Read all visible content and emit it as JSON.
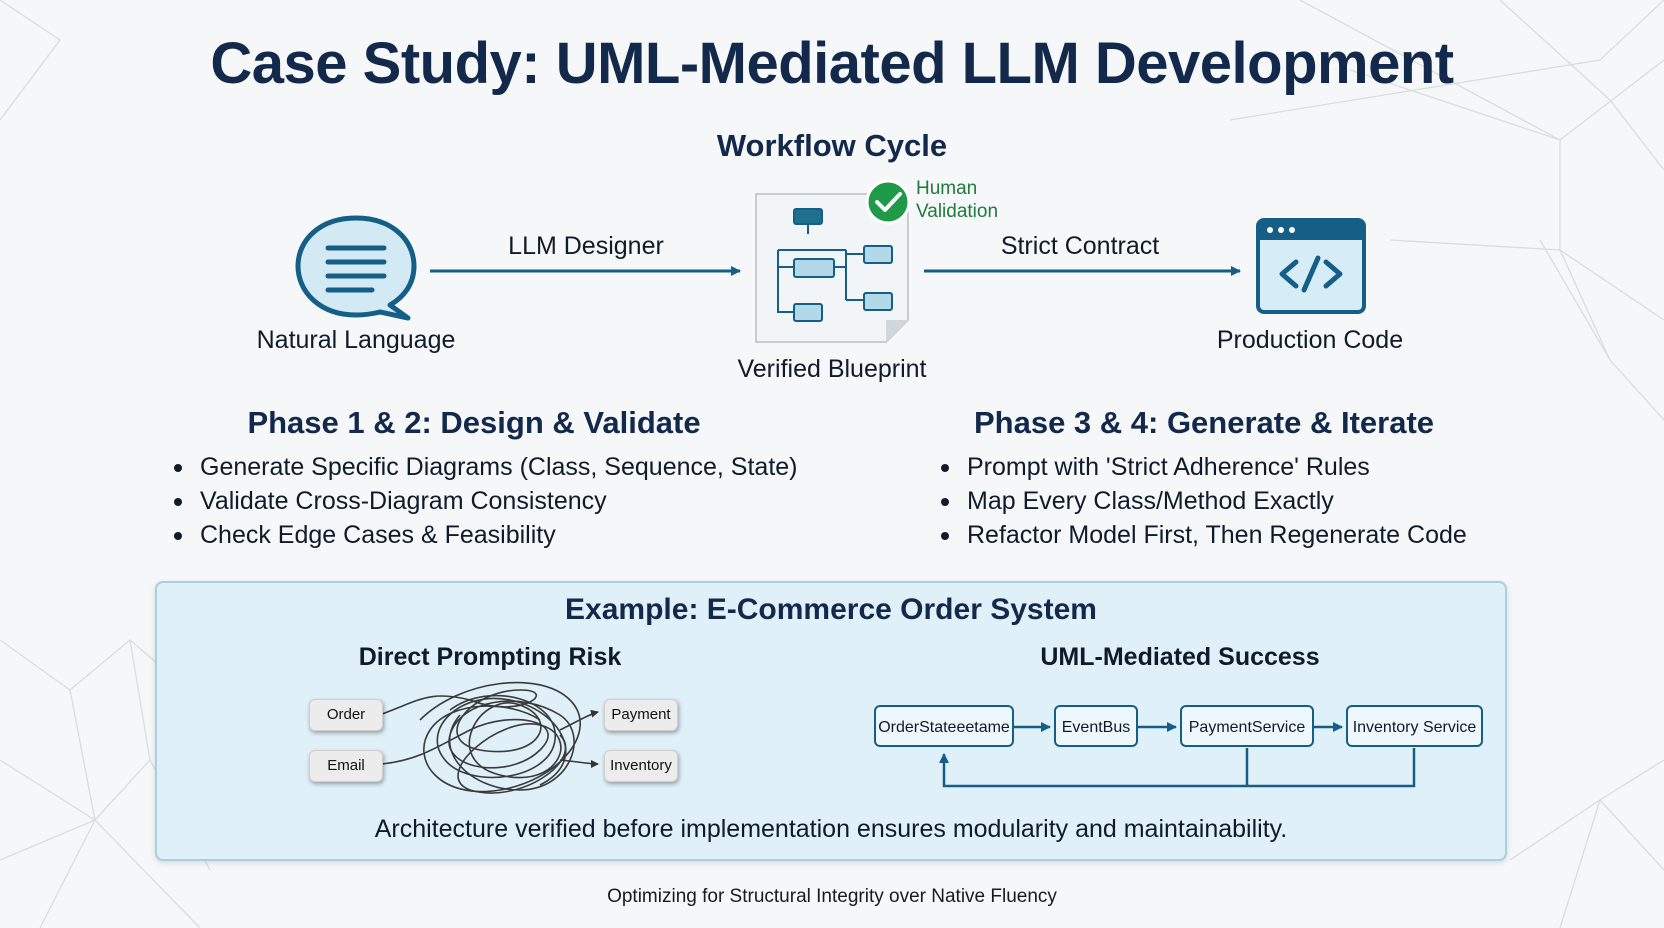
{
  "title": "Case Study: UML-Mediated LLM Development",
  "workflow": {
    "heading": "Workflow Cycle",
    "nodes": {
      "natural_language": "Natural Language",
      "verified_blueprint": "Verified Blueprint",
      "production_code": "Production Code"
    },
    "arrows": {
      "llm_designer": "LLM Designer",
      "strict_contract": "Strict Contract"
    },
    "validation_badge": {
      "line1": "Human",
      "line2": "Validation"
    },
    "icons": [
      "chat-bubble-icon",
      "uml-diagram-icon",
      "checkmark-icon",
      "code-window-icon"
    ]
  },
  "phases": [
    {
      "title": "Phase 1 & 2: Design & Validate",
      "items": [
        "Generate Specific Diagrams (Class, Sequence, State)",
        "Validate Cross-Diagram Consistency",
        "Check Edge Cases & Feasibility"
      ]
    },
    {
      "title": "Phase 3 & 4: Generate & Iterate",
      "items": [
        "Prompt with 'Strict Adherence' Rules",
        "Map Every Class/Method Exactly",
        "Refactor Model First, Then Regenerate Code"
      ]
    }
  ],
  "example": {
    "title": "Example: E-Commerce Order System",
    "direct": {
      "heading": "Direct Prompting Risk",
      "nodes": [
        "Order",
        "Email",
        "Payment",
        "Inventory"
      ]
    },
    "uml": {
      "heading": "UML-Mediated Success",
      "nodes": [
        "OrderStateeetame",
        "EventBus",
        "PaymentService",
        "Inventory Service"
      ]
    },
    "caption": "Architecture verified before implementation ensures modularity and maintainability."
  },
  "footer": "Optimizing for Structural Integrity over Native Fluency",
  "colors": {
    "title": "#13294b",
    "accent_blue": "#155f86",
    "validation_green": "#1f9a48",
    "panel_bg": "#e0f0f8"
  }
}
